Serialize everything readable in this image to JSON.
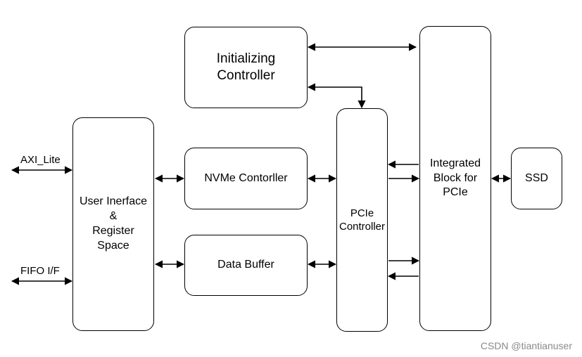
{
  "blocks": {
    "init_controller": "Initializing\nController",
    "user_interface": "User Inerface\n&\nRegister\nSpace",
    "nvme_controller": "NVMe Contorller",
    "data_buffer": "Data Buffer",
    "pcie_controller": "PCIe\nController",
    "integrated_block": "Integrated\nBlock for\nPCIe",
    "ssd": "SSD"
  },
  "external": {
    "axi_lite": "AXI_Lite",
    "fifo": "FIFO I/F"
  },
  "watermark": "CSDN @tiantianuser"
}
